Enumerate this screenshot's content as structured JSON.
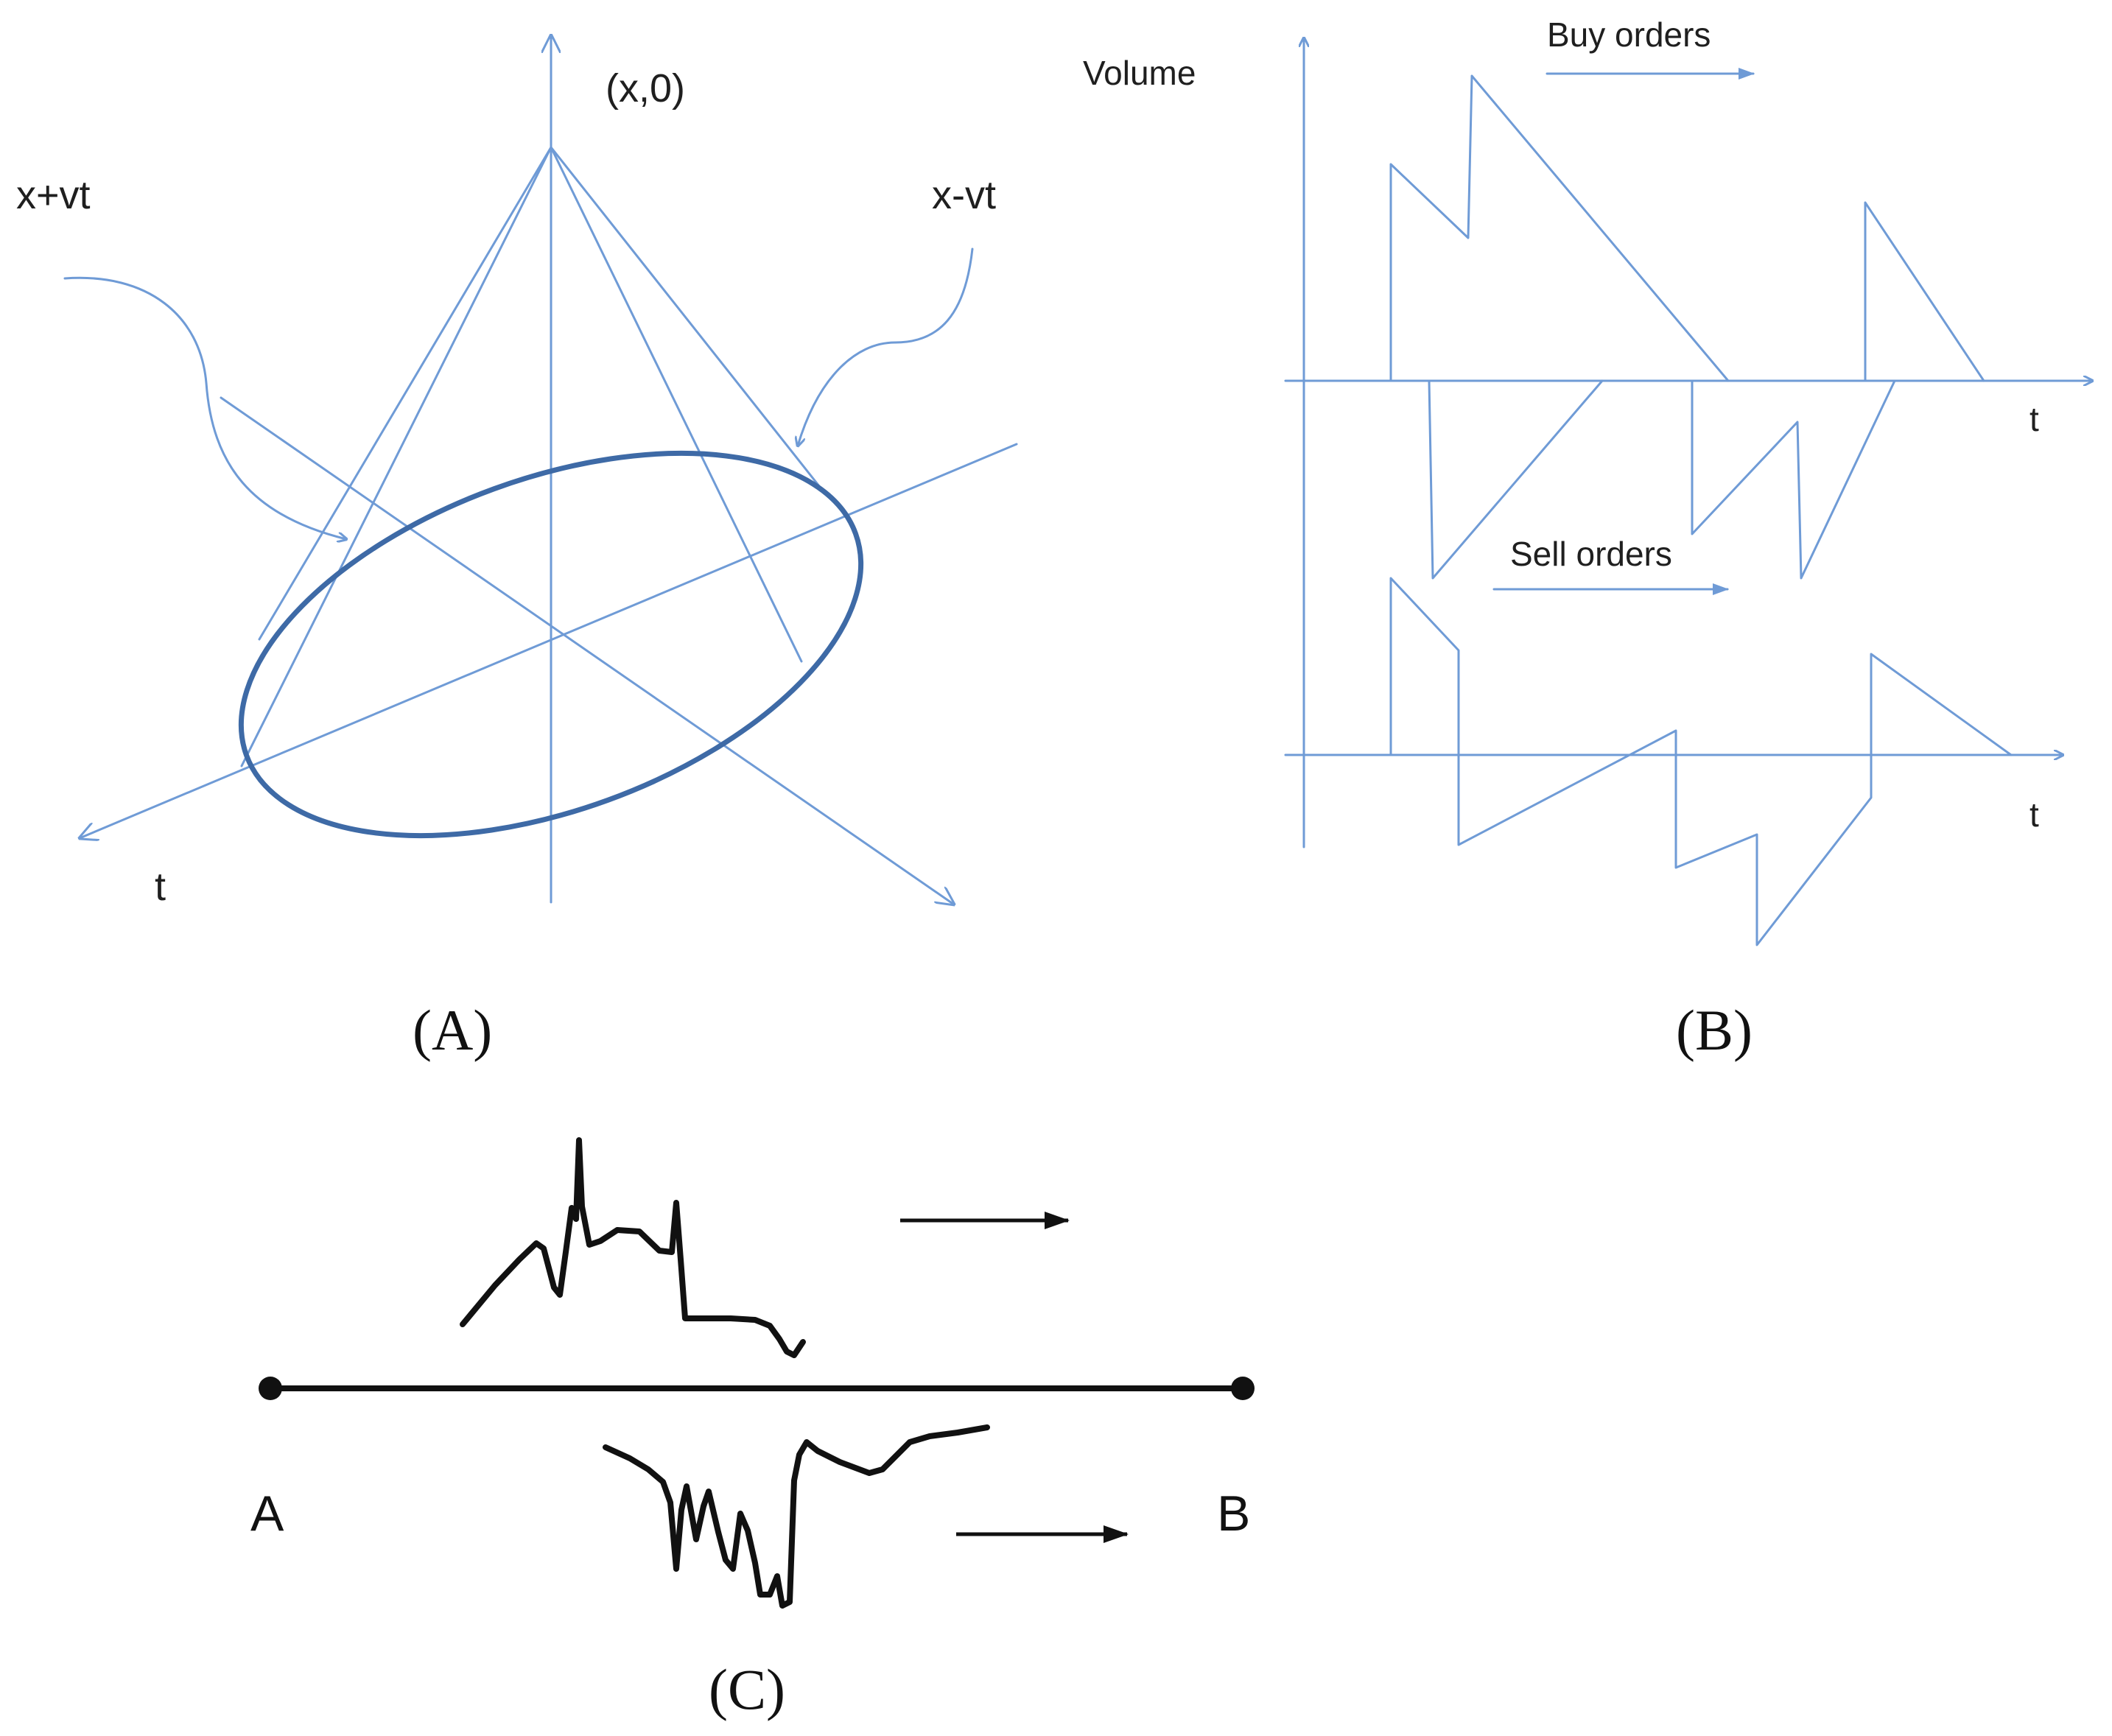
{
  "colors": {
    "line": "#6f9bd6",
    "ellipse": "#3e6aa6",
    "ink": "#111111"
  },
  "panels": {
    "a": {
      "caption": "(A)",
      "apex_label": "(x,0)",
      "left_label": "x+vt",
      "right_label": "x-vt",
      "axis_label": "t"
    },
    "b": {
      "caption": "(B)",
      "y_label": "Volume",
      "buy_label": "Buy orders",
      "sell_label": "Sell orders",
      "t_upper": "t",
      "t_lower": "t"
    },
    "c": {
      "caption": "(C)",
      "point_a": "A",
      "point_b": "B"
    }
  }
}
